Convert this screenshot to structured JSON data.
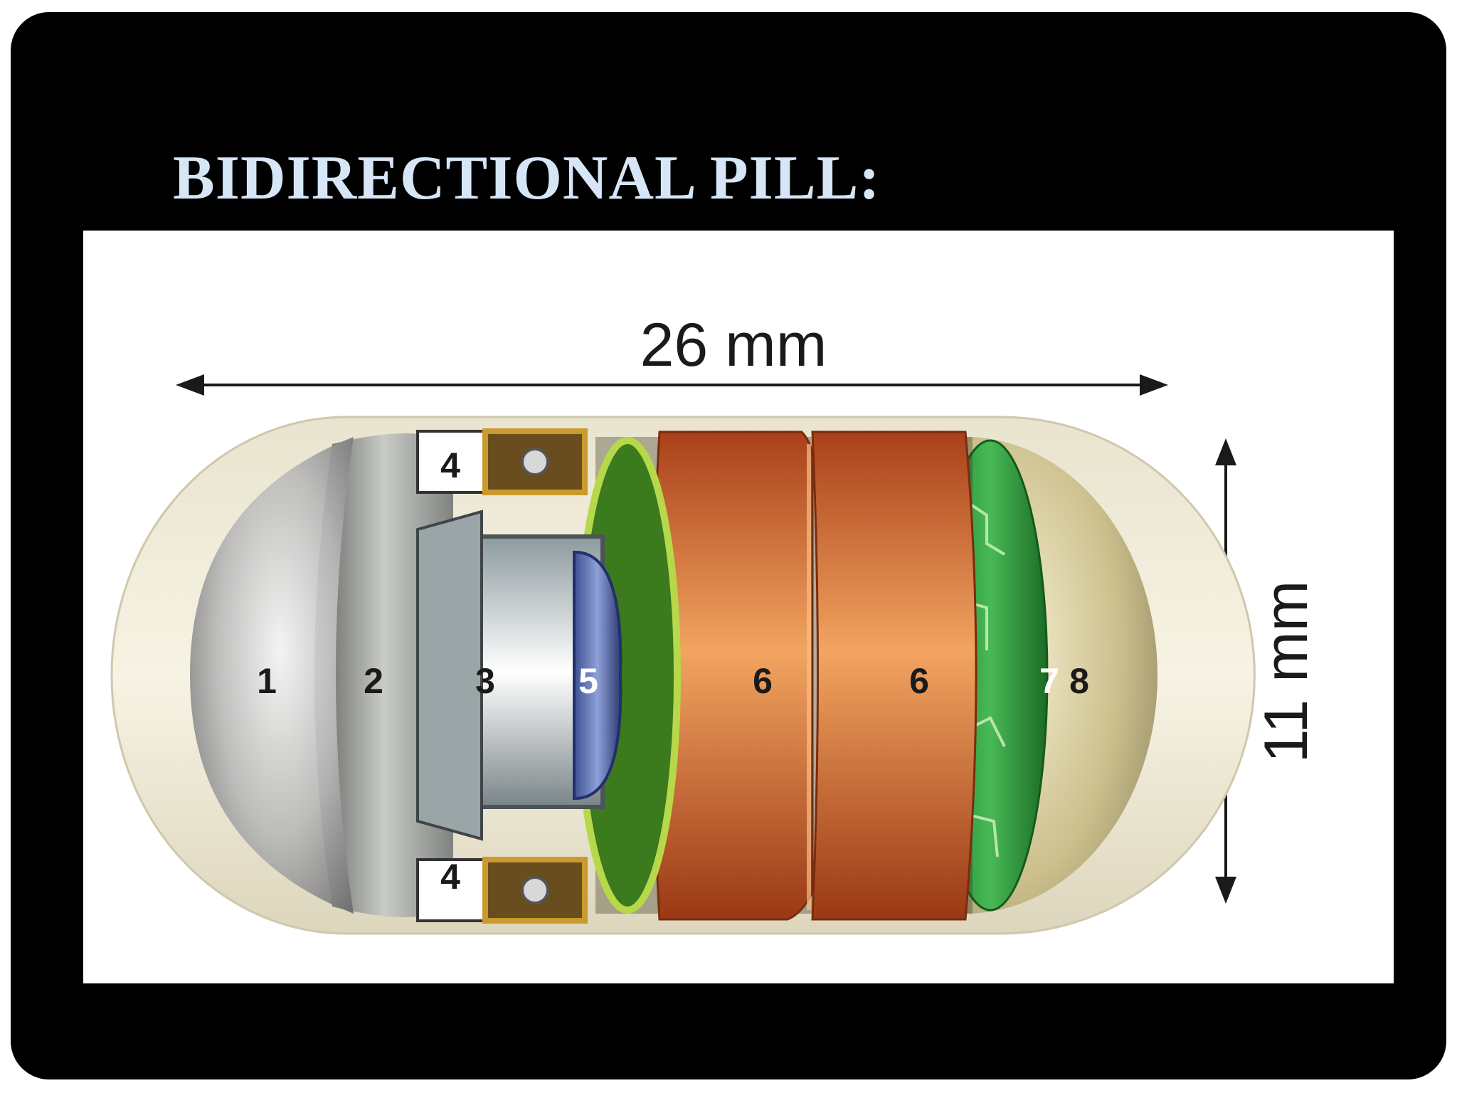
{
  "title": "BIDIRECTIONAL PILL:",
  "dimensions": {
    "length": "26 mm",
    "diameter": "11 mm"
  },
  "component_labels": {
    "dome": "1",
    "lens_holder": "2",
    "lens": "3",
    "led_top": "4",
    "led_bottom": "4",
    "image_sensor": "5",
    "battery_1": "6",
    "battery_2": "6",
    "circuit_board": "7",
    "end_cap": "8"
  },
  "colors": {
    "slide_background": "#000000",
    "title": "#d6e6f7",
    "panel": "#ffffff",
    "battery": "#c8561e",
    "circuit_board": "#2f9e3a",
    "led_housing": "#c99a2e"
  }
}
